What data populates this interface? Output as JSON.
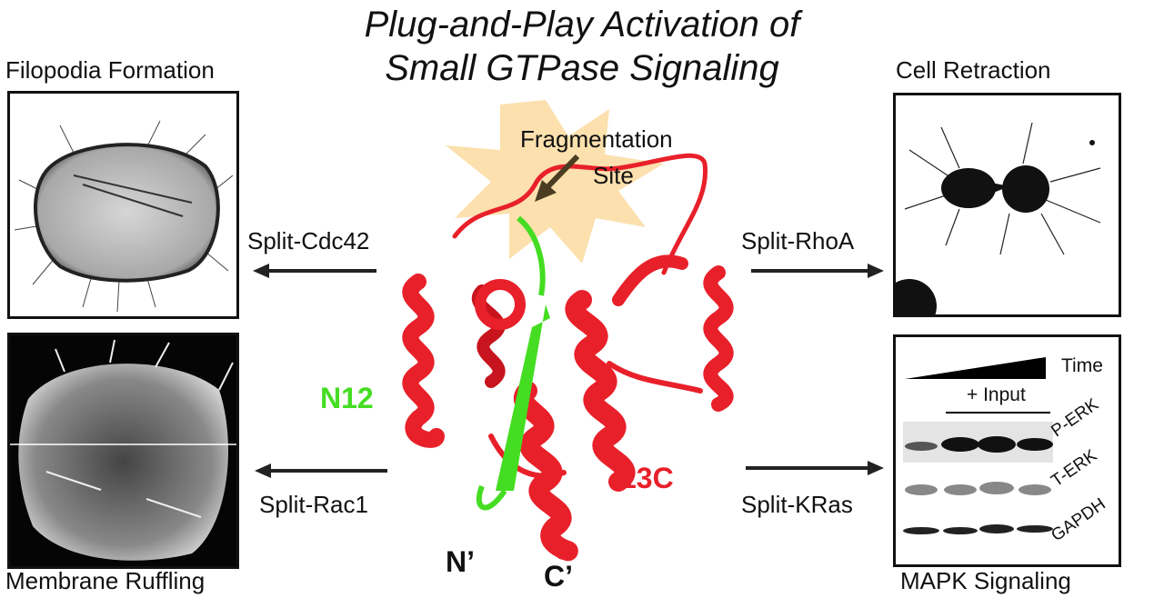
{
  "title": {
    "line1": "Plug-and-Play Activation of",
    "line2": "Small GTPase Signaling"
  },
  "panels": {
    "top_left": {
      "label": "Filopodia Formation"
    },
    "bottom_left": {
      "label": "Membrane Ruffling"
    },
    "top_right": {
      "label": "Cell Retraction"
    },
    "bottom_right": {
      "label": "MAPK Signaling"
    }
  },
  "arrows": {
    "cdc42": "Split-Cdc42",
    "rac1": "Split-Rac1",
    "rhoa": "Split-RhoA",
    "kras": "Split-KRas"
  },
  "protein": {
    "fragmentation_line1": "Fragmentation",
    "fragmentation_line2": "Site",
    "n12": "N12",
    "c13": "13C",
    "n_term": "N’",
    "c_term": "C’",
    "colors": {
      "n_fragment": "#44dd22",
      "c_fragment": "#e8202a",
      "glow": "#f9c66a"
    }
  },
  "western_blot": {
    "time_label": "Time",
    "input_label": "+ Input",
    "rows": [
      "P-ERK",
      "T-ERK",
      "GAPDH"
    ],
    "lanes": 4
  }
}
